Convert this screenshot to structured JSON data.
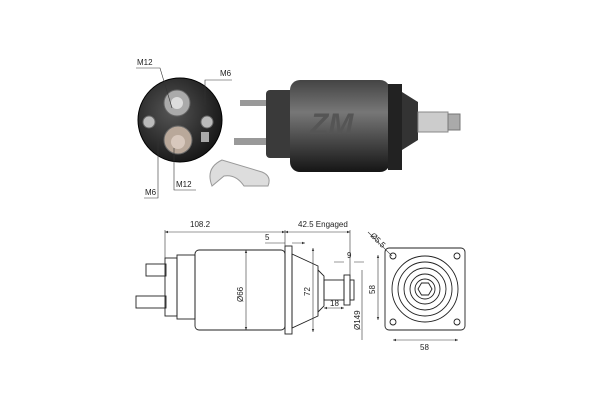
{
  "photo_labels": {
    "top_left": "M12",
    "top_right": "M6",
    "bottom_left": "M6",
    "bottom_right": "M12"
  },
  "logo_text": "ZM",
  "dimensions": {
    "overall_length": "108.2",
    "engaged": "42.5 Engaged",
    "flange_thickness": "5",
    "pinion_width": "9",
    "body_diameter": "Ø66",
    "flange_height": "72",
    "shaft_length": "18",
    "pinion_diameter": "Ø149",
    "hole_spacing_vertical": "58",
    "hole_spacing_horizontal": "58",
    "hole_diameter": "Ø5.5"
  },
  "colors": {
    "body": "#2a2a2a",
    "line": "#222222"
  }
}
